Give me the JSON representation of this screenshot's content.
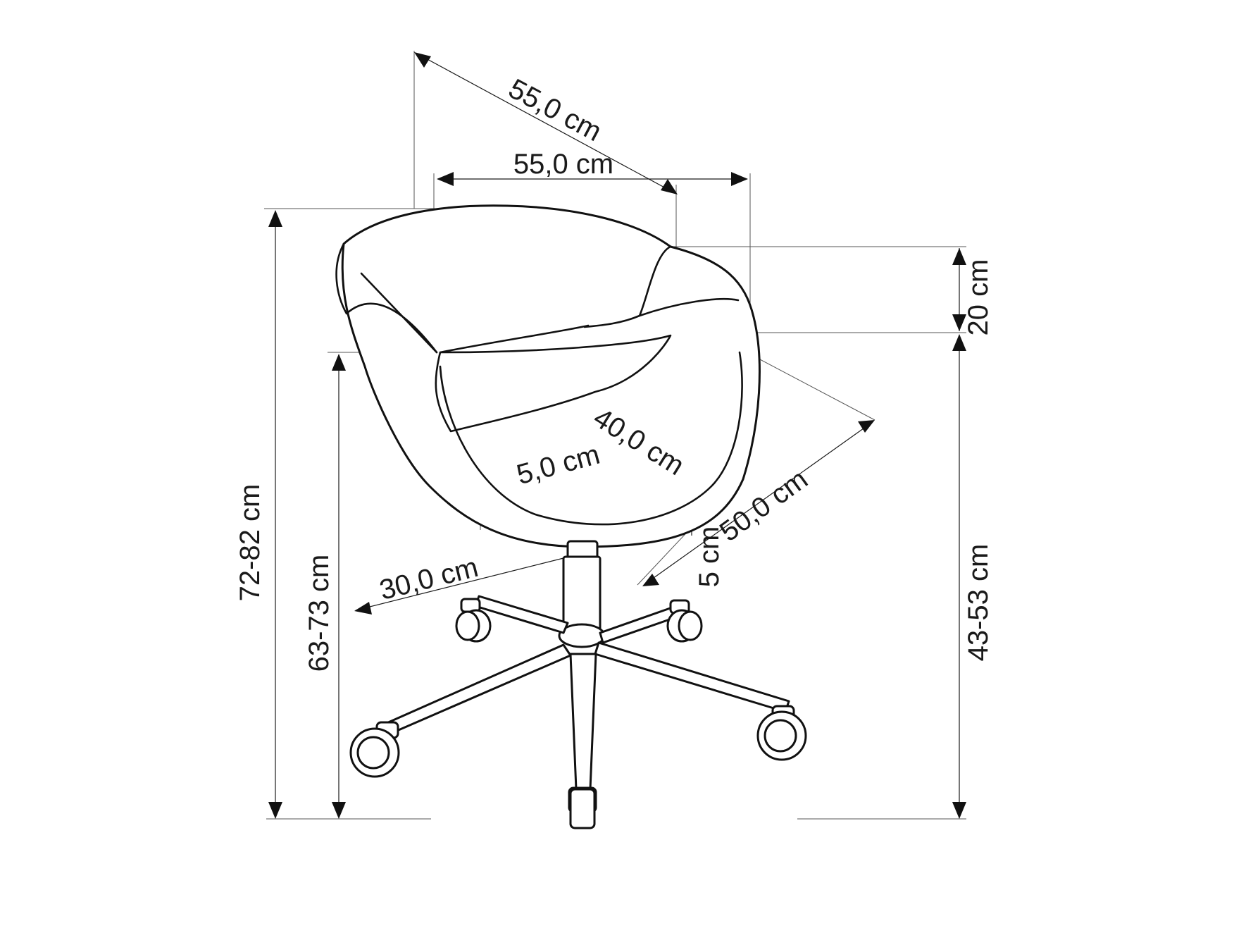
{
  "dimensions": {
    "total_height": "72-82 cm",
    "armrest_height": "63-73 cm",
    "seat_height": "43-53 cm",
    "armrest_rise": "20 cm",
    "depth": "55,0 cm",
    "width": "55,0 cm",
    "seat_depth": "40,0 cm",
    "seat_width": "50,0 cm",
    "backrest_thickness": "5,0 cm",
    "seat_thickness": "5 cm",
    "base_radius": "30,0 cm"
  },
  "colors": {
    "line": "#111111",
    "background": "#ffffff"
  }
}
